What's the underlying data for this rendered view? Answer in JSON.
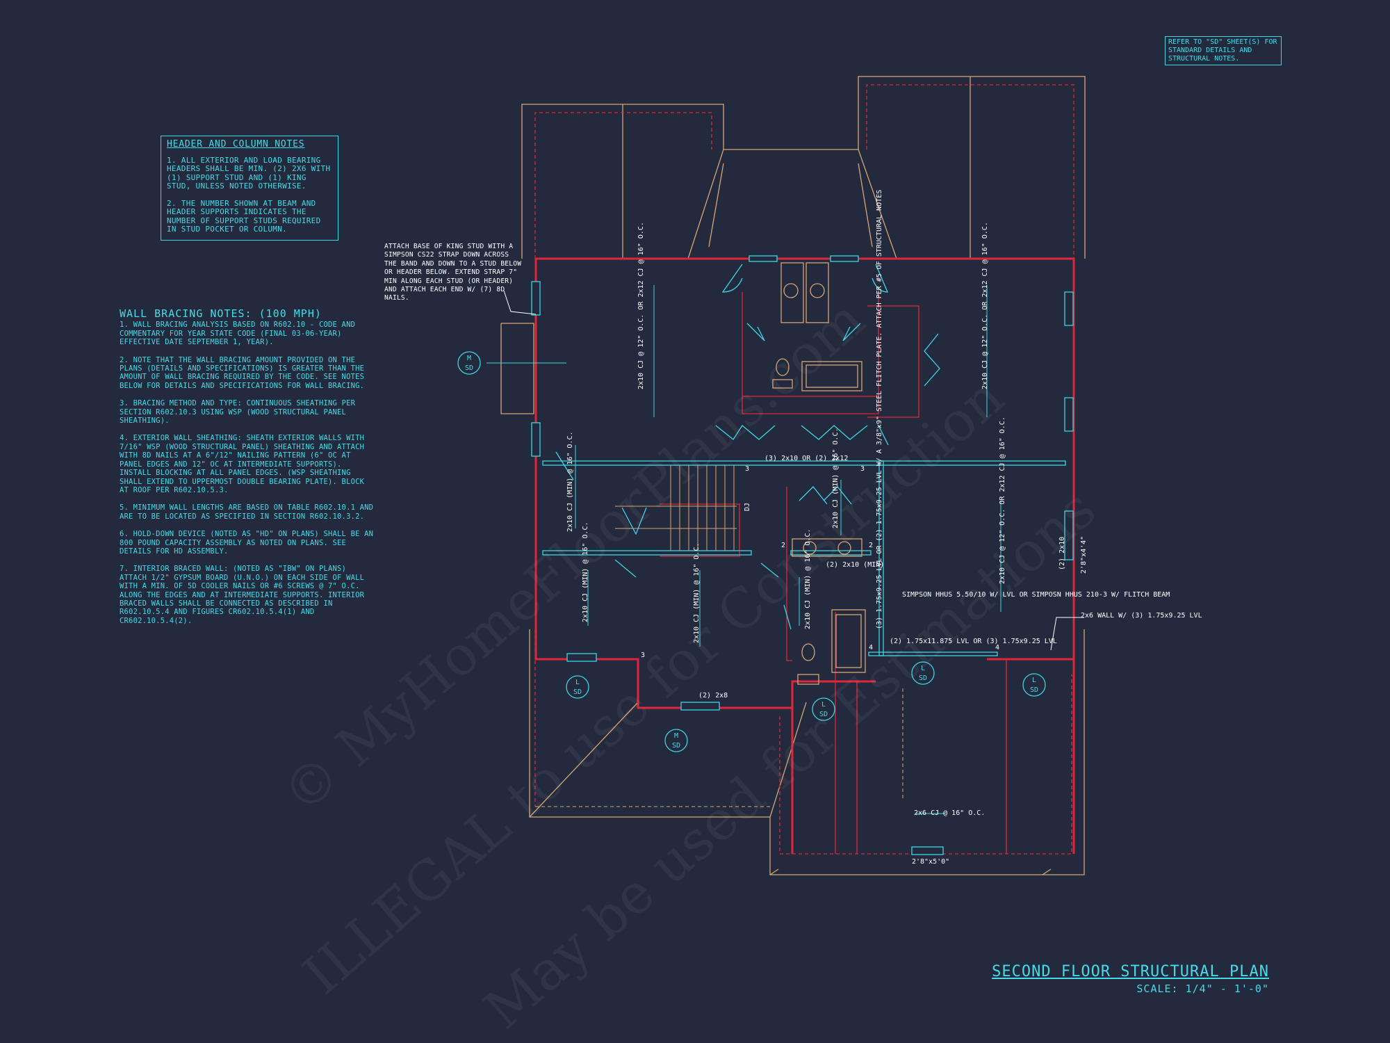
{
  "refer_note": "REFER TO \"SD\" SHEET(S) FOR STANDARD DETAILS AND STRUCTURAL NOTES.",
  "header_notes": {
    "title": "HEADER AND COLUMN NOTES",
    "items": [
      "1. ALL EXTERIOR AND LOAD BEARING HEADERS SHALL BE MIN. (2) 2x6 WITH (1) SUPPORT STUD AND (1) KING STUD, UNLESS NOTED OTHERWISE.",
      "2. THE NUMBER SHOWN AT BEAM AND HEADER SUPPORTS INDICATES THE NUMBER OF SUPPORT STUDS REQUIRED IN STUD POCKET OR COLUMN."
    ]
  },
  "wall_notes": {
    "title": "WALL BRACING NOTES: (100 MPH)",
    "items": [
      "1. WALL BRACING ANALYSIS BASED ON R602.10 - CODE AND COMMENTARY FOR YEAR STATE CODE (FINAL 03-06-YEAR) EFFECTIVE DATE SEPTEMBER 1, YEAR).",
      "2. NOTE THAT THE WALL BRACING AMOUNT PROVIDED ON THE PLANS (DETAILS AND SPECIFICATIONS) IS GREATER THAN THE AMOUNT OF WALL BRACING REQUIRED BY THE CODE. SEE NOTES BELOW FOR DETAILS AND SPECIFICATIONS FOR WALL BRACING.",
      "3. BRACING METHOD AND TYPE: CONTINUOUS SHEATHING PER SECTION R602.10.3 USING WSP (WOOD STRUCTURAL PANEL SHEATHING).",
      "4. EXTERIOR WALL SHEATHING: SHEATH EXTERIOR WALLS WITH 7/16\" WSP (WOOD STRUCTURAL PANEL) SHEATHING AND ATTACH WITH 8d NAILS AT A 6\"/12\" NAILING PATTERN (6\" OC AT PANEL EDGES AND 12\" OC AT INTERMEDIATE SUPPORTS). INSTALL BLOCKING AT ALL PANEL EDGES. (WSP SHEATHING SHALL EXTEND TO UPPERMOST DOUBLE BEARING PLATE). BLOCK AT ROOF PER R602.10.5.3.",
      "5. MINIMUM WALL LENGTHS ARE BASED ON TABLE R602.10.1 AND ARE TO BE LOCATED AS SPECIFIED IN SECTION R602.10.3.2.",
      "6. HOLD-DOWN DEVICE (NOTED AS \"HD\" ON PLANS) SHALL BE AN 800 POUND CAPACITY ASSEMBLY AS NOTED ON PLANS. SEE DETAILS FOR HD ASSEMBLY.",
      "7. INTERIOR BRACED WALL: (NOTED AS \"IBW\" ON PLANS) ATTACH 1/2\" GYPSUM BOARD (U.N.O.) ON EACH SIDE OF WALL WITH A MIN. OF 5d COOLER NAILS OR #6 SCREWS @ 7\" O.C. ALONG THE EDGES AND AT INTERMEDIATE SUPPORTS. INTERIOR BRACED WALLS SHALL BE CONNECTED AS DESCRIBED IN R602.10.5.4 AND FIGURES CR602.10.5.4(1) AND CR602.10.5.4(2)."
    ]
  },
  "attach_note": "ATTACH BASE OF KING STUD WITH A SIMPSON CS22 STRAP DOWN ACROSS THE BAND AND DOWN TO A STUD BELOW OR HEADER BELOW. EXTEND STRAP 7\" MIN ALONG EACH STUD (OR HEADER) AND ATTACH EACH END W/ (7) 8d NAILS.",
  "labels": {
    "cj_left": "2x10 CJ @ 12\" O.C. OR 2x12 CJ @ 16\" O.C.",
    "cj_right": "2x10 CJ @ 12\" O.C. OR 2x12 CJ @ 16\" O.C.",
    "cj_lower_right": "2x10 CJ @ 12\" O.C. OR 2x12 CJ @ 16\" O.C.",
    "beam_mid": "(3) 2x10 OR (2) 2x12",
    "cj_stair": "2x10 CJ (MIN) @ 16\" O.C.",
    "cj_hall": "2x10 CJ (MIN) @ 16\" O.C.",
    "cj_lower_left": "2x10 CJ (MIN) @ 16\" O.C.",
    "cj_lower_mid": "2x10 CJ (MIN) @ 16\" O.C.",
    "cj_bath": "2x10 CJ (MIN) @ 16\" O.C.",
    "header_bath": "(2) 2x10 (MIN)",
    "lvl_vertical": "(3) 1.75x9.25 LVL OR (2) 1.75x9.25 LVL W/ A 3/8\"x9\" STEEL FLITCH PLATE. ATTACH PER #5 OF STRUCTURAL NOTES",
    "simpson": "SIMPSON HHUS 5.50/10 W/ LVL OR SIMPOSN HHUS 210-3 W/ FLITCH BEAM",
    "lvl_horizontal": "(2) 1.75x11.875 LVL OR (3) 1.75x9.25 LVL",
    "wall_2x6": "2x6 WALL W/ (3) 1.75x9.25 LVL",
    "header_2x8": "(2) 2x8",
    "header_2x10": "(2) 2x10",
    "cj_garage": "2x6 CJ @ 16\" O.C.",
    "dj": "DJ",
    "window_28x44": "2'8\"x4'4\"",
    "window_2x8": "2'8\"x5'0\"",
    "n3": "3",
    "n2": "2",
    "n4": "4"
  },
  "section_markers": [
    {
      "letter": "M",
      "sheet": "SD"
    },
    {
      "letter": "L",
      "sheet": "SD"
    },
    {
      "letter": "M",
      "sheet": "SD"
    },
    {
      "letter": "L",
      "sheet": "SD"
    },
    {
      "letter": "L",
      "sheet": "SD"
    },
    {
      "letter": "L",
      "sheet": "SD"
    }
  ],
  "plan_title": "SECOND FLOOR STRUCTURAL PLAN",
  "plan_scale": "SCALE: 1/4\" - 1'-0\"",
  "watermarks": [
    "© MyHomeFloorPlans.com",
    "ILLEGAL to use for Construction",
    "May be used for Estimations"
  ],
  "colors": {
    "background": "#232a3d",
    "wall_red": "#e0263a",
    "outline_tan": "#d9a574",
    "annotation_cyan": "#3ed6e6"
  }
}
